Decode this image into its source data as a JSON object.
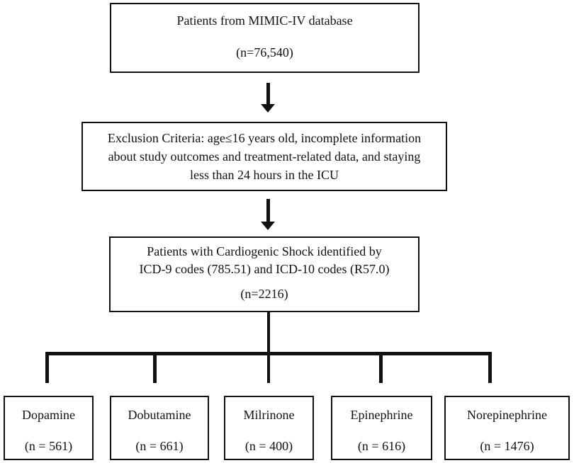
{
  "flowchart": {
    "source": {
      "title": "Patients from MIMIC-IV database",
      "count": "(n=76,540)"
    },
    "exclusion": {
      "line1": "Exclusion Criteria: age≤16 years old, incomplete information",
      "line2": "about study outcomes and treatment-related data, and staying",
      "line3": "less than 24 hours in the ICU"
    },
    "cohort": {
      "line1": "Patients with Cardiogenic Shock identified by",
      "line2": "ICD-9 codes (785.51) and ICD-10 codes (R57.0)",
      "count": "(n=2216)"
    },
    "groups": [
      {
        "name": "Dopamine",
        "count": "(n = 561)"
      },
      {
        "name": "Dobutamine",
        "count": "(n = 661)"
      },
      {
        "name": "Milrinone",
        "count": "(n = 400)"
      },
      {
        "name": "Epinephrine",
        "count": "(n = 616)"
      },
      {
        "name": "Norepinephrine",
        "count": "(n = 1476)"
      }
    ]
  }
}
